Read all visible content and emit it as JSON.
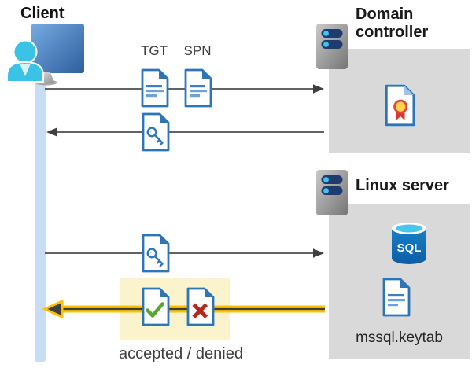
{
  "client": {
    "label": "Client"
  },
  "domain_controller": {
    "label": "Domain controller"
  },
  "linux_server": {
    "label": "Linux server",
    "sql_badge": "SQL",
    "keytab_label": "mssql.keytab"
  },
  "messages": {
    "tgt_label": "TGT",
    "spn_label": "SPN",
    "result_label": "accepted / denied"
  },
  "icons": {
    "client": "user-at-computer-icon",
    "domain_controller": "server-icon",
    "linux_server": "server-icon",
    "tgt": "document-icon",
    "spn": "document-icon",
    "ticket_from_dc": "key-document-icon",
    "ticket_to_linux": "key-document-icon",
    "certificate": "certificate-ribbon-document-icon",
    "sql": "sql-database-cylinder-icon",
    "keytab": "document-icon",
    "accepted": "check-document-icon",
    "denied": "cross-document-icon"
  },
  "colors": {
    "doc_border_blue": "#2e75b6",
    "doc_line_blue": "#6aa3d8",
    "lifeline_blue": "#c6ddf5",
    "box_gray": "#d9d9d9",
    "highlight_yellow": "#faf3cc",
    "arrow_yellow": "#ffc103",
    "arrow_gray": "#4d4d4d",
    "check_green": "#5ba432",
    "cross_red": "#b3281e",
    "sql_blue": "#1070b8",
    "cert_gold": "#ffd44d",
    "cert_ribbon_red": "#d93a30",
    "person_cyan": "#3bc2e7",
    "text_dark": "#404040"
  }
}
